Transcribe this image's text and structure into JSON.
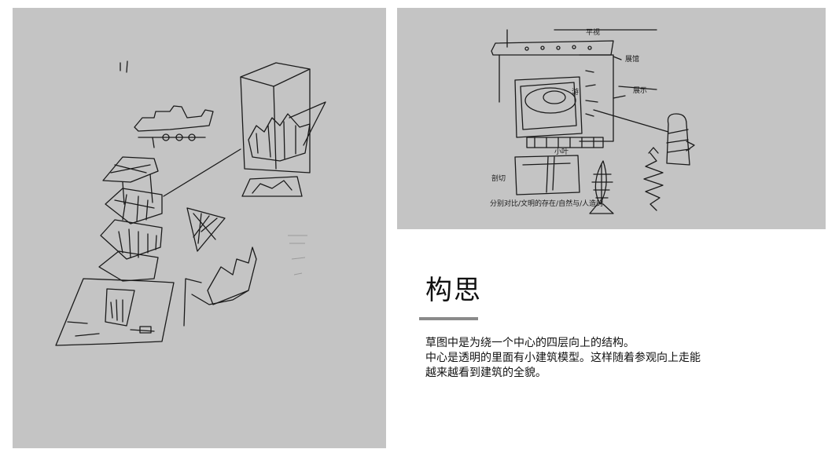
{
  "slide": {
    "title": "构思",
    "description_lines": [
      "草图中是为绕一个中心的四层向上的结构。",
      "中心是透明的里面有小建筑模型。这样随着参观向上走能",
      "越来越看到建筑的全貌。"
    ]
  },
  "right_sketch": {
    "annotations": [
      "平视",
      "展馆",
      "游",
      "展示",
      "小叶",
      "剖切",
      "分别对比/文明的存在/自然与/人造的"
    ]
  },
  "colors": {
    "panel_background": "#c4c4c4",
    "ink": "#1a1a1a",
    "rule": "#8a8a8a"
  }
}
